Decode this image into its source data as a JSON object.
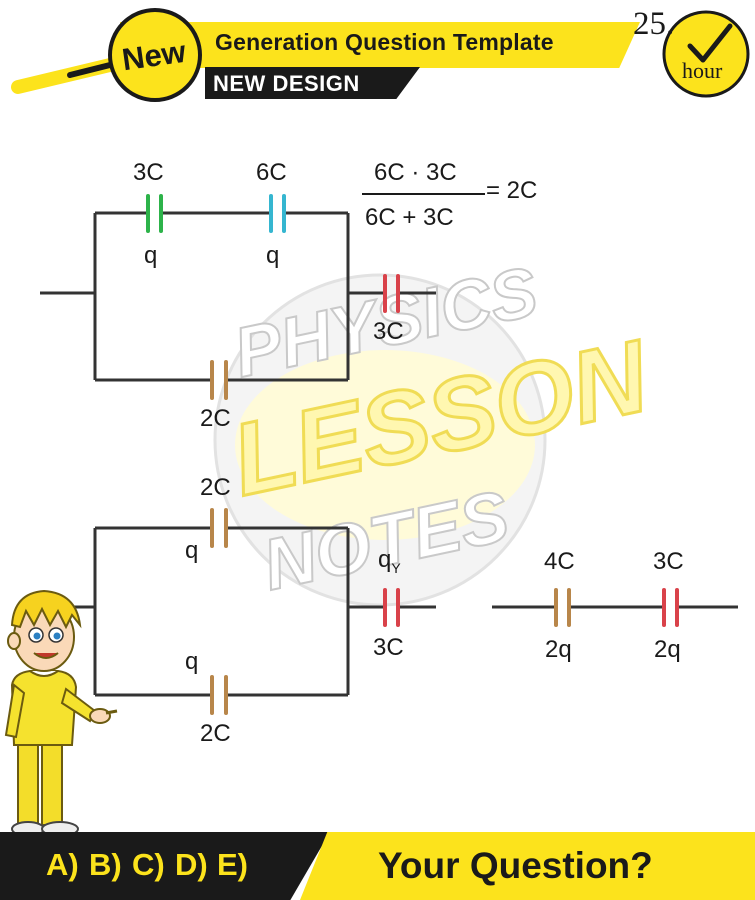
{
  "header": {
    "badge": "New",
    "title": "Generation Question Template",
    "subtitle": "NEW DESIGN",
    "time_number": "25.",
    "time_unit": "hour"
  },
  "watermark": {
    "line1": "PHYSICS",
    "line2": "LESSON",
    "line3": "NOTES"
  },
  "circuit_top": {
    "cap1": "3C",
    "cap2": "6C",
    "charge1": "q",
    "charge2": "q",
    "cap_right": "3C",
    "cap_bottom": "2C",
    "formula_num": "6C · 3C",
    "formula_den": "6C + 3C",
    "formula_result": "= 2C"
  },
  "circuit_bottom": {
    "cap_top": "2C",
    "charge_top": "q",
    "charge_bottom": "q",
    "cap_bottom": "2C",
    "charge_y": "q",
    "charge_y_sub": "Y",
    "cap_right": "3C"
  },
  "circuit_series": {
    "cap1": "4C",
    "cap2": "3C",
    "charge1": "2q",
    "charge2": "2q"
  },
  "footer": {
    "choices": [
      "A)",
      "B)",
      "C)",
      "D)",
      "E)"
    ],
    "question": "Your Question?"
  },
  "colors": {
    "accent_yellow": "#fce31c",
    "cap_green": "#2db34a",
    "cap_cyan": "#35b6d0",
    "cap_red": "#d9424a",
    "cap_brown": "#b8864a"
  }
}
